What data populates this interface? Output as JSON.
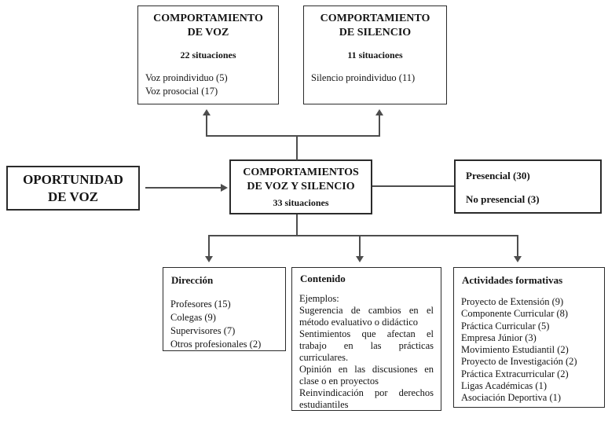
{
  "boxes": {
    "voz": {
      "title1": "COMPORTAMIENTO",
      "title2": "DE VOZ",
      "count": "22 situaciones",
      "items": [
        "Voz proindividuo (5)",
        "Voz prosocial (17)"
      ]
    },
    "silencio": {
      "title1": "COMPORTAMIENTO",
      "title2": "DE SILENCIO",
      "count": "11 situaciones",
      "items": [
        "Silencio proindividuo (11)"
      ]
    },
    "oportunidad": {
      "title1": "OPORTUNIDAD",
      "title2": "DE VOZ"
    },
    "central": {
      "title1": "COMPORTAMIENTOS",
      "title2": "DE VOZ Y SILENCIO",
      "count": "33 situaciones"
    },
    "presencial": {
      "items": [
        "Presencial (30)",
        "No presencial (3)"
      ]
    },
    "direccion": {
      "title": "Dirección",
      "items": [
        "Profesores (15)",
        "Colegas (9)",
        "Supervisores (7)",
        "Otros profesionales (2)"
      ]
    },
    "contenido": {
      "title": "Contenido",
      "intro": "Ejemplos:",
      "paras": [
        "Sugerencia de cambios en el método evaluativo o didáctico",
        "Sentimientos que afectan el trabajo en las prácticas curriculares.",
        "Opinión en las discusiones en clase o en proyectos",
        "Reinvindicación por derechos estudiantiles"
      ]
    },
    "actividades": {
      "title": "Actividades formativas",
      "items": [
        "Proyecto de Extensión (9)",
        "Componente Curricular (8)",
        "Práctica Curricular (5)",
        "Empresa Júnior (3)",
        "Movimiento Estudiantil (2)",
        "Proyecto de Investigación (2)",
        "Práctica Extracurricular (2)",
        "Ligas Académicas (1)",
        "Asociación Deportiva (1)"
      ]
    }
  },
  "colors": {
    "border": "#2b2b2b",
    "line": "#4d4d4d",
    "background": "#ffffff",
    "text": "#141414"
  }
}
